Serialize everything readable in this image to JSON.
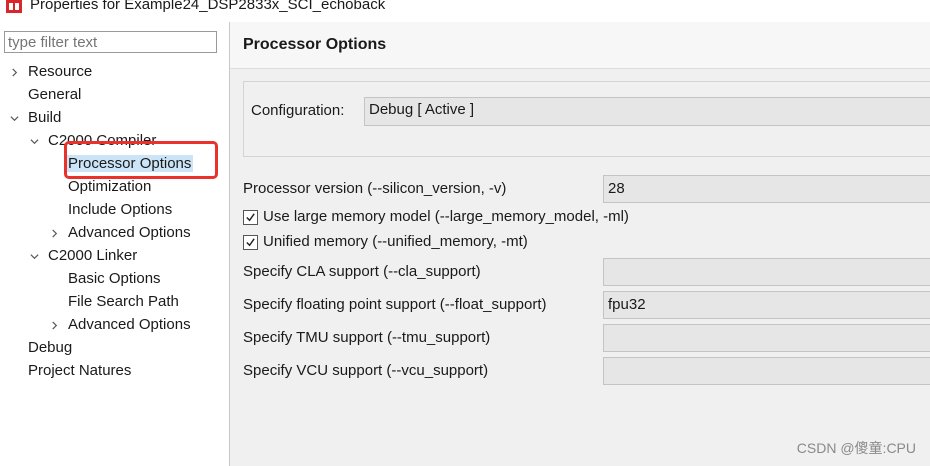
{
  "window": {
    "title": "Properties for Example24_DSP2833x_SCI_echoback",
    "icon": "ccs-app-icon"
  },
  "filter": {
    "placeholder": "type filter text"
  },
  "tree": {
    "resource": "Resource",
    "general": "General",
    "build": "Build",
    "c2000_compiler": "C2000 Compiler",
    "processor_options": "Processor Options",
    "optimization": "Optimization",
    "include_options": "Include Options",
    "advanced_options_compiler": "Advanced Options",
    "c2000_linker": "C2000 Linker",
    "basic_options": "Basic Options",
    "file_search_path": "File Search Path",
    "advanced_options_linker": "Advanced Options",
    "debug": "Debug",
    "project_natures": "Project Natures"
  },
  "page": {
    "title": "Processor Options",
    "configuration_label": "Configuration:",
    "configuration_value": "Debug  [ Active ]",
    "processor_version_label": "Processor version (--silicon_version, -v)",
    "processor_version_value": "28",
    "large_memory_label": "Use large memory model (--large_memory_model, -ml)",
    "large_memory_checked": true,
    "unified_memory_label": "Unified memory (--unified_memory, -mt)",
    "unified_memory_checked": true,
    "cla_label": "Specify CLA support (--cla_support)",
    "cla_value": "",
    "float_label": "Specify floating point support (--float_support)",
    "float_value": "fpu32",
    "tmu_label": "Specify TMU support (--tmu_support)",
    "tmu_value": "",
    "vcu_label": "Specify VCU support (--vcu_support)",
    "vcu_value": ""
  },
  "watermark": "CSDN @傻童:CPU",
  "colors": {
    "selection": "#cce4f7",
    "highlight_border": "#e8322b",
    "app_icon": "#d9262b"
  }
}
